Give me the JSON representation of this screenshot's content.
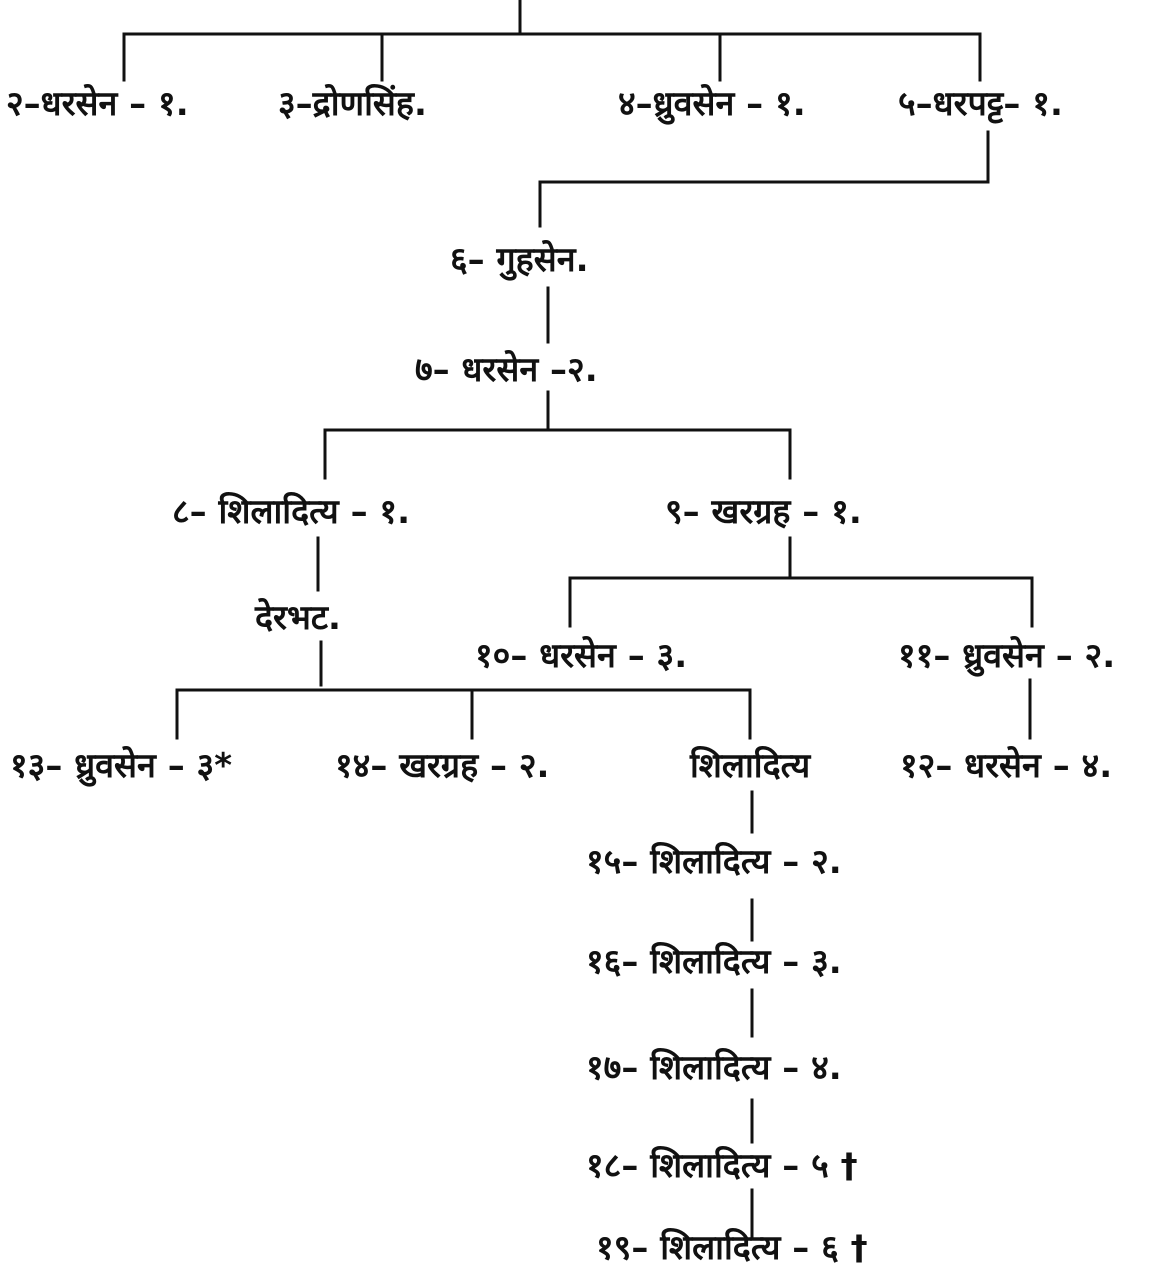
{
  "colors": {
    "ink": "#111111",
    "background": "#ffffff"
  },
  "nodes": {
    "dharasena_1": "२–धरसेन – १.",
    "dronasimha": "३–द्रोणसिंह.",
    "dhruvasena_1": "४–ध्रुवसेन – १.",
    "dharapatta_1": "५–धरपट्ट– १.",
    "guhasena": "६– गुहसेन.",
    "dharasena_2": "७– धरसेन –२.",
    "shiladitya_1": "८– शिलादित्य – १.",
    "kharagraha_1": "९– खरग्रह – १.",
    "derabhata": "देरभट.",
    "dharasena_3": "१०– धरसेन – ३.",
    "dhruvasena_2": "११– ध्रुवसेन – २.",
    "dhruvasena_3": "१३– ध्रुवसेन – ३*",
    "kharagraha_2": "१४– खरग्रह – २.",
    "shiladitya": "शिलादित्य",
    "dharasena_4": "१२– धरसेन – ४.",
    "shiladitya_2": "१५– शिलादित्य – २.",
    "shiladitya_3": "१६– शिलादित्य – ३.",
    "shiladitya_4": "१७– शिलादित्य – ४.",
    "shiladitya_5": "१८– शिलादित्य – ५ †",
    "shiladitya_6": "१९– शिलादित्य – ६ †"
  }
}
